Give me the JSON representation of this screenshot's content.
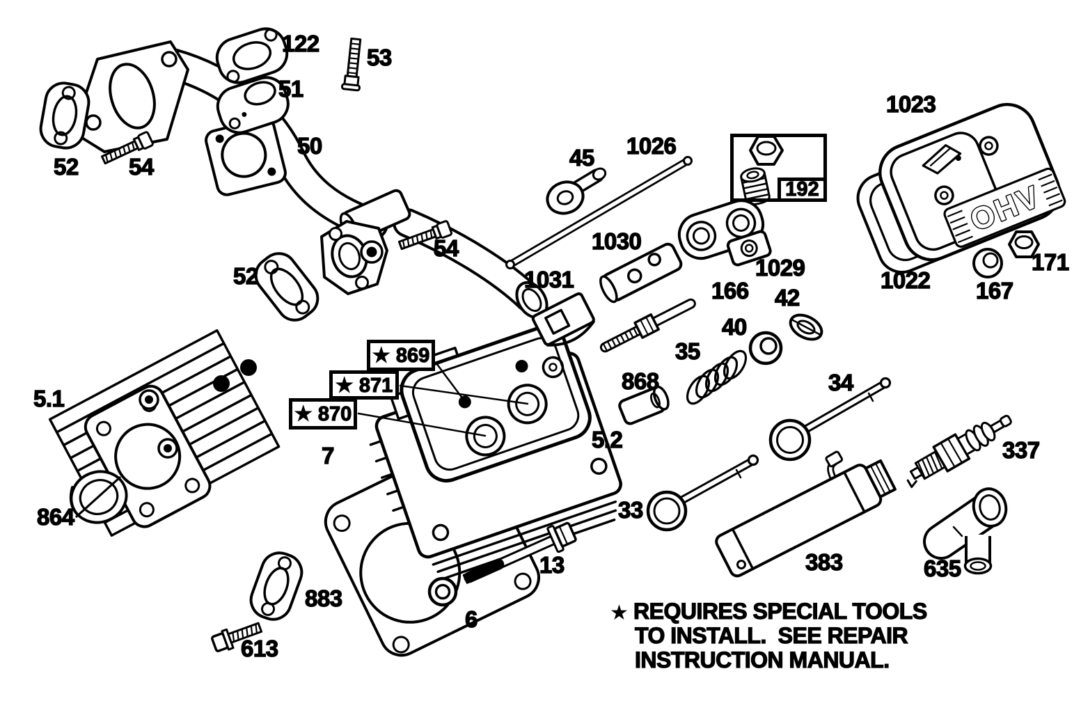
{
  "canvas": {
    "paper": "#ffffff",
    "ink": "#000000"
  },
  "part_labels": [
    {
      "number": "122"
    },
    {
      "number": "53"
    },
    {
      "number": "51"
    },
    {
      "number": "50"
    },
    {
      "number": "52"
    },
    {
      "number": "54"
    },
    {
      "number": "54"
    },
    {
      "number": "52"
    },
    {
      "number": "1023"
    },
    {
      "number": "1026"
    },
    {
      "number": "45"
    },
    {
      "number": "1030"
    },
    {
      "number": "1029"
    },
    {
      "number": "1031"
    },
    {
      "number": "166"
    },
    {
      "number": "42"
    },
    {
      "number": "40"
    },
    {
      "number": "35"
    },
    {
      "number": "868"
    },
    {
      "number": "34"
    },
    {
      "number": "1022"
    },
    {
      "number": "167"
    },
    {
      "number": "171"
    },
    {
      "number": "5.1"
    },
    {
      "number": "7"
    },
    {
      "number": "5.2"
    },
    {
      "number": "864"
    },
    {
      "number": "33"
    },
    {
      "number": "337"
    },
    {
      "number": "383"
    },
    {
      "number": "635"
    },
    {
      "number": "883"
    },
    {
      "number": "6"
    },
    {
      "number": "13"
    },
    {
      "number": "613"
    }
  ],
  "boxed_labels": {
    "l869": {
      "text": "★ 869"
    },
    "l871": {
      "text": "★ 871"
    },
    "l870": {
      "text": "★ 870"
    },
    "l192": {
      "text": "192"
    }
  },
  "valve_cover": {
    "embossed_text": "OHV"
  },
  "legend": {
    "star": "★",
    "line1": "REQUIRES SPECIAL TOOLS",
    "line2": "TO INSTALL.  SEE REPAIR",
    "line3": "INSTRUCTION MANUAL."
  }
}
